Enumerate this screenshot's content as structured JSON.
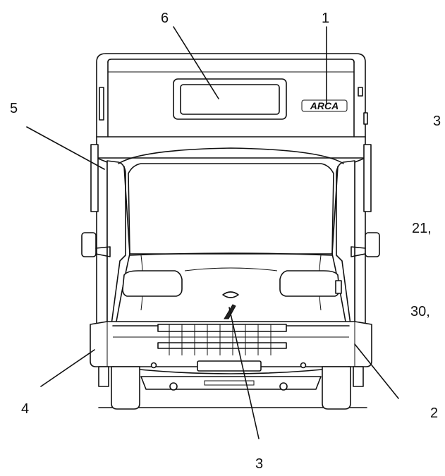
{
  "diagram": {
    "brand_logo_text": "ARCA",
    "callouts": [
      {
        "id": "1",
        "label": "1"
      },
      {
        "id": "2",
        "label": "2"
      },
      {
        "id": "3",
        "label": "3"
      },
      {
        "id": "4",
        "label": "4"
      },
      {
        "id": "5",
        "label": "5"
      },
      {
        "id": "6",
        "label": "6"
      }
    ],
    "side_fragments": [
      "3",
      "21,",
      "30,"
    ]
  },
  "colors": {
    "line": "#111111",
    "background": "#ffffff"
  }
}
